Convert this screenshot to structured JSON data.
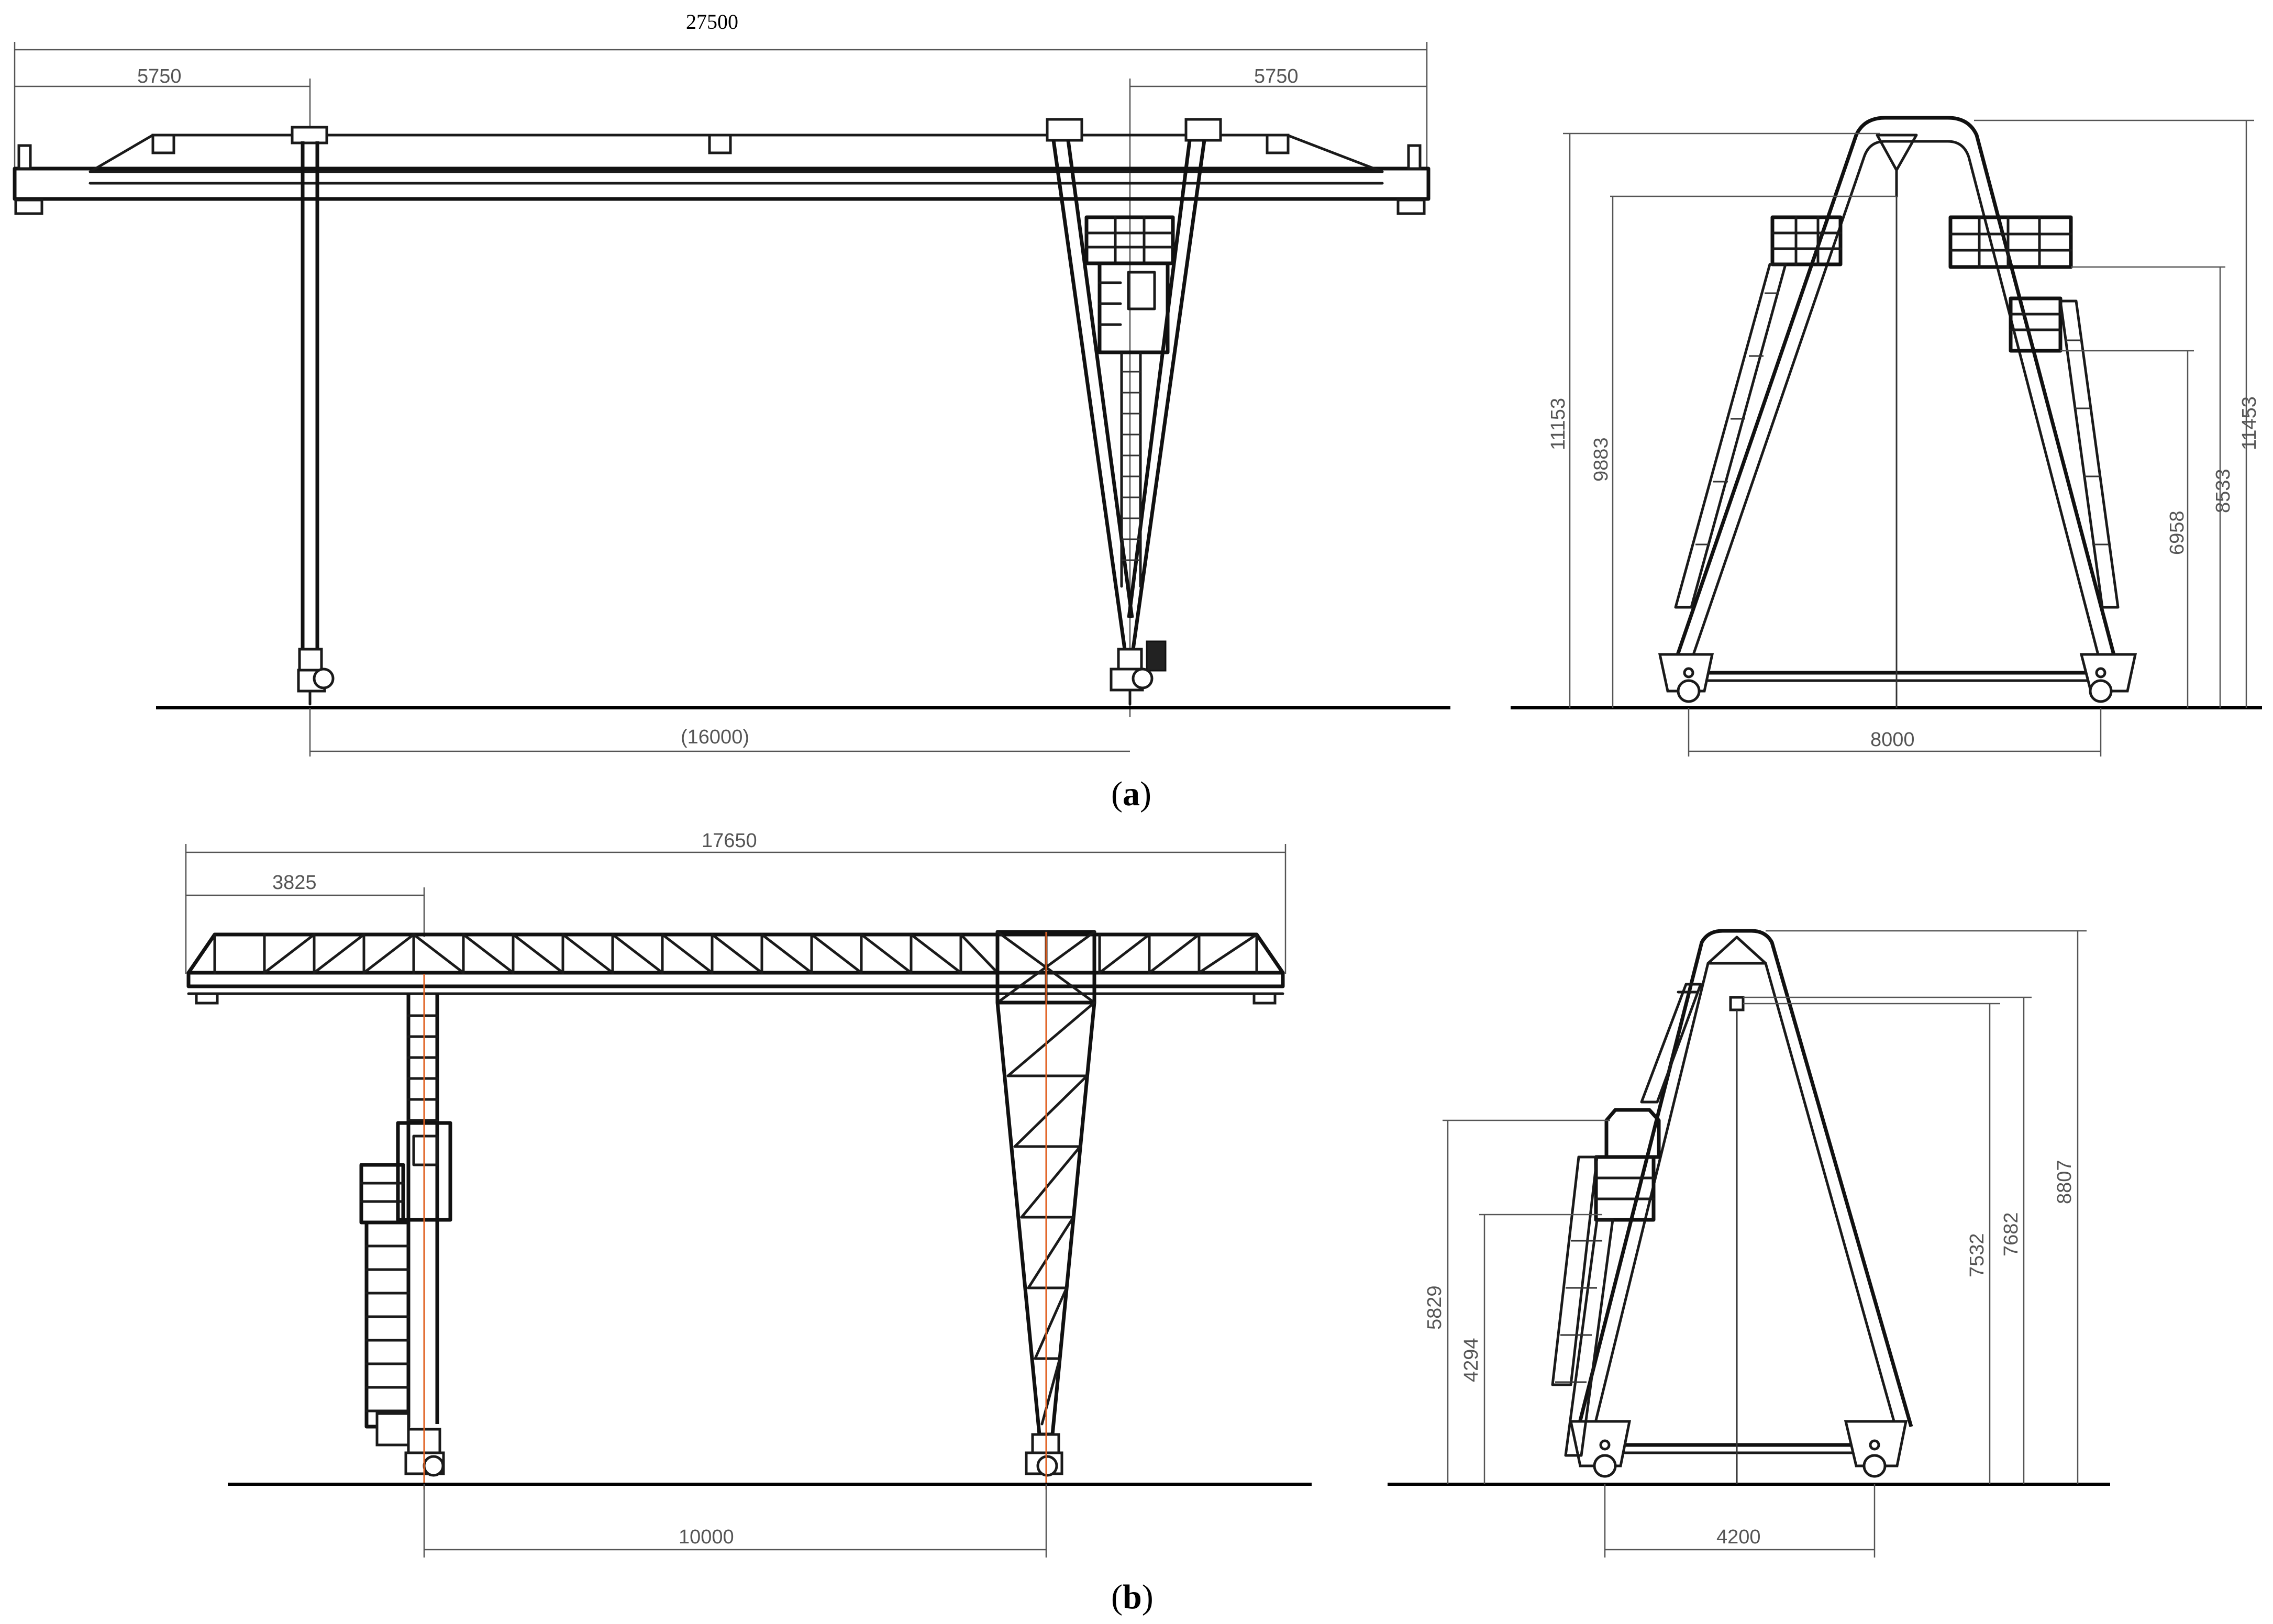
{
  "panels": [
    {
      "id": "a",
      "caption_open": "(",
      "caption_letter": "a",
      "caption_close": ")",
      "front_dims": {
        "overall_span": "27500",
        "left_cantilever": "5750",
        "right_cantilever": "5750",
        "leg_span": "(16000)"
      },
      "side_dims": {
        "base_width": "8000",
        "heights": [
          "11153",
          "9883",
          "11453",
          "8533",
          "6958"
        ]
      }
    },
    {
      "id": "b",
      "caption_open": "(",
      "caption_letter": "b",
      "caption_close": ")",
      "front_dims": {
        "overall_span": "17650",
        "left_cantilever": "3825",
        "leg_span": "10000"
      },
      "side_dims": {
        "base_width": "4200",
        "heights": [
          "5829",
          "4294",
          "7532",
          "7682",
          "8807"
        ]
      }
    }
  ]
}
